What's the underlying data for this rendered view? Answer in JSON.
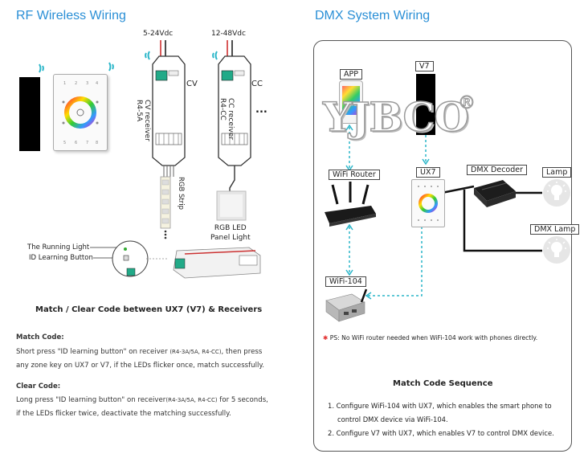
{
  "rf": {
    "title": "RF Wireless Wiring",
    "voltage_cv": "5-24Vdc",
    "voltage_cc": "12-48Vdc",
    "cv_label": "CV",
    "cc_label": "CC",
    "ellipsis": "...",
    "cv_receiver_text": "CV receiver R4-5A",
    "cc_receiver_text": "CC receiver R4-CC",
    "rgb_strip": "RGB Strip",
    "rgb_led_panel": "RGB LED\nPanel Light",
    "running_light": "The Running Light",
    "id_button": "ID Learning Button",
    "section_heading": "Match / Clear Code between UX7 (V7) & Receivers",
    "match_code_title": "Match Code:",
    "match_code_line1_a": "Short press \"ID learning button\" on receiver ",
    "match_code_line1_models": "(R4-3A/5A, R4-CC)",
    "match_code_line1_b": ", then press",
    "match_code_line2": "any zone key on UX7 or V7, if the LEDs flicker once, match successfully.",
    "clear_code_title": "Clear Code:",
    "clear_code_line1_a": "Long press \"ID learning button\" on receiver",
    "clear_code_line1_models": "(R4-3A/5A, R4-CC)",
    "clear_code_line1_b": " for 5 seconds,",
    "clear_code_line2": "if the LEDs flicker twice, deactivate the matching successfully."
  },
  "dmx": {
    "title": "DMX System Wiring",
    "app": "APP",
    "v7": "V7",
    "watermark": "YJBCO",
    "registered": "®",
    "wifi_router": "WiFi Router",
    "ux7": "UX7",
    "dmx_decoder": "DMX Decoder",
    "lamp": "Lamp",
    "dmx_lamp": "DMX Lamp",
    "wifi104": "WiFi-104",
    "ps_mark": "✱",
    "ps_note": "PS: No WiFi router needed when WiFi-104 work with phones directly.",
    "sequence_title": "Match Code Sequence",
    "step1_line1": "1. Configure WiFi-104 with UX7, which enables the smart phone to",
    "step1_line2": "control DMX device via WiFi-104.",
    "step2": "2. Configure V7 with UX7, which enables V7 to control DMX device."
  },
  "colors": {
    "title_blue": "#2a8fd6",
    "wifi_teal": "#2bb6c9",
    "dashed_link": "#2bb6c9",
    "ps_red": "#e23030"
  },
  "icons": [
    "wifi-icon",
    "color-wheel-icon",
    "bulb-icon",
    "antenna-icon"
  ]
}
